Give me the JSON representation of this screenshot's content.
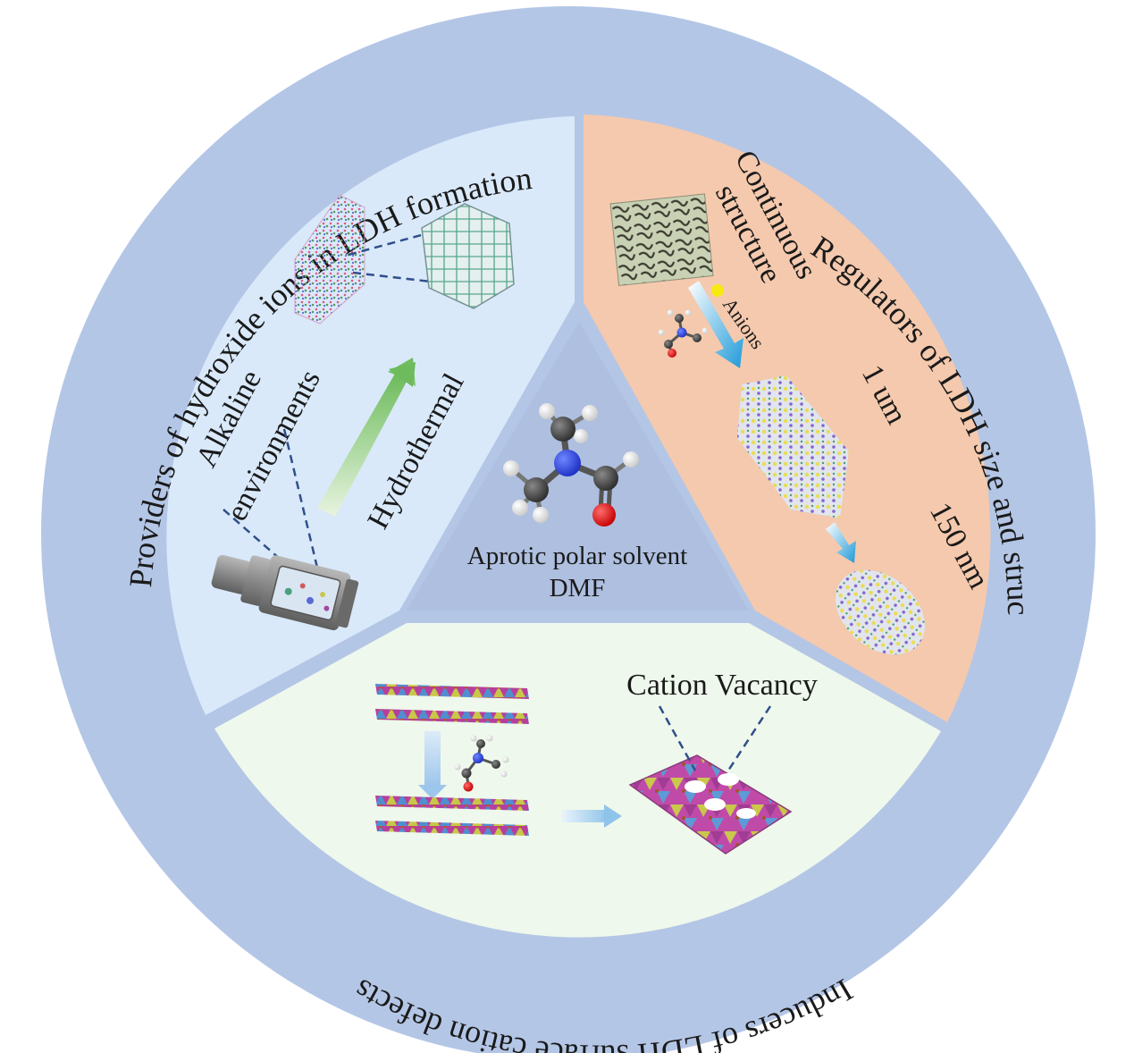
{
  "ring_labels": {
    "left": "Providers of hydroxide ions in LDH formation",
    "right": "Regulators of LDH size and structure",
    "bottom": "Inducers of LDH surface cation defects"
  },
  "center": {
    "line1": "Aprotic polar solvent",
    "line2": "DMF"
  },
  "left_sector": {
    "alkaline": "Alkaline",
    "environments": "environments",
    "hydrothermal": "Hydrothermal"
  },
  "right_sector": {
    "continuous": "Continuous",
    "structure": "structure",
    "anions": "Anions",
    "size_large": "1 um",
    "size_small": "150 nm"
  },
  "bottom_sector": {
    "vacancy": "Cation Vacancy"
  },
  "colors": {
    "ring": "#b4c6e6",
    "left_sector": "#d9e9fa",
    "right_sector": "#f5c9ad",
    "bottom_sector": "#eef8ec",
    "center_triangle": "#aebfe0",
    "accent_blue": "#2aa0dc",
    "accent_green": "#7ac36a"
  }
}
